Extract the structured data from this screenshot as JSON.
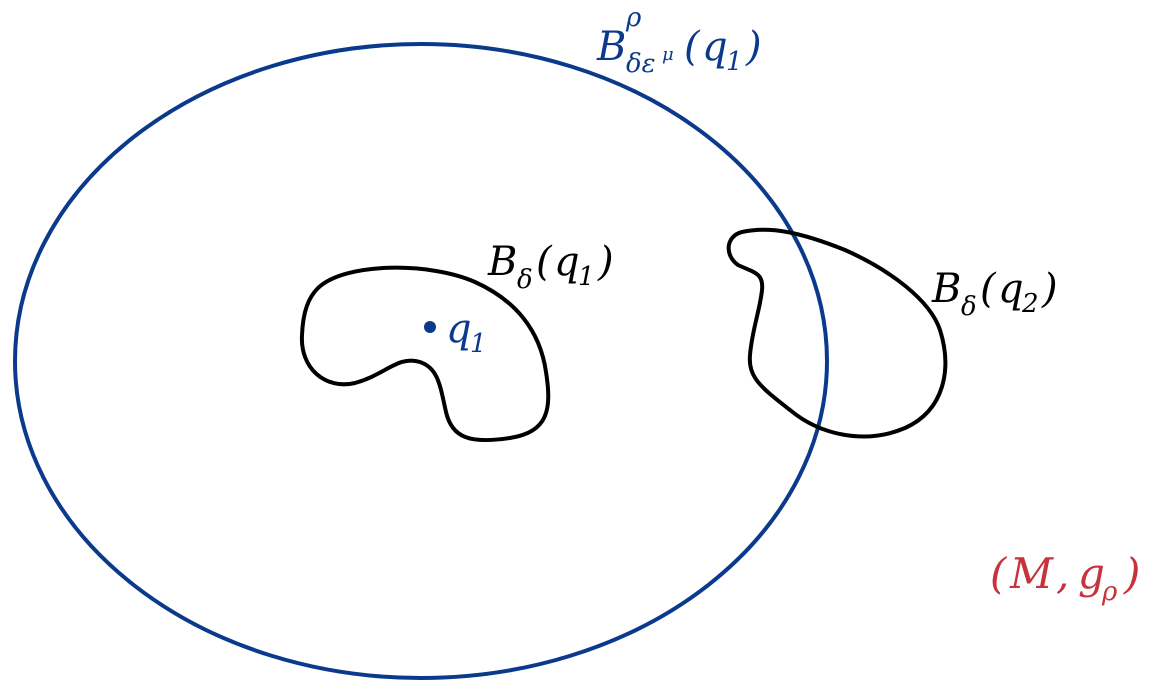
{
  "colors": {
    "big_ball": "#0b3a8c",
    "small_region": "#000000",
    "point": "#0b3a8c",
    "manifold_label": "#c8323c"
  },
  "labels": {
    "big_ball": {
      "main": "B",
      "superscript": "ρ",
      "subscript_base": "δε",
      "subscript_exp": "μ",
      "argument_open": "(",
      "argument_var": "q",
      "argument_sub": "1",
      "argument_close": ")"
    },
    "ball_q1": {
      "main": "B",
      "subscript": "δ",
      "argument_open": "(",
      "argument_var": "q",
      "argument_sub": "1",
      "argument_close": ")"
    },
    "ball_q2": {
      "main": "B",
      "subscript": "δ",
      "argument_open": "(",
      "argument_var": "q",
      "argument_sub": "2",
      "argument_close": ")"
    },
    "point_q1": {
      "var": "q",
      "sub": "1"
    },
    "manifold": {
      "open": "(",
      "main": "M",
      "comma": ",",
      "metric": "g",
      "metric_sub": "ρ",
      "close": ")"
    }
  }
}
